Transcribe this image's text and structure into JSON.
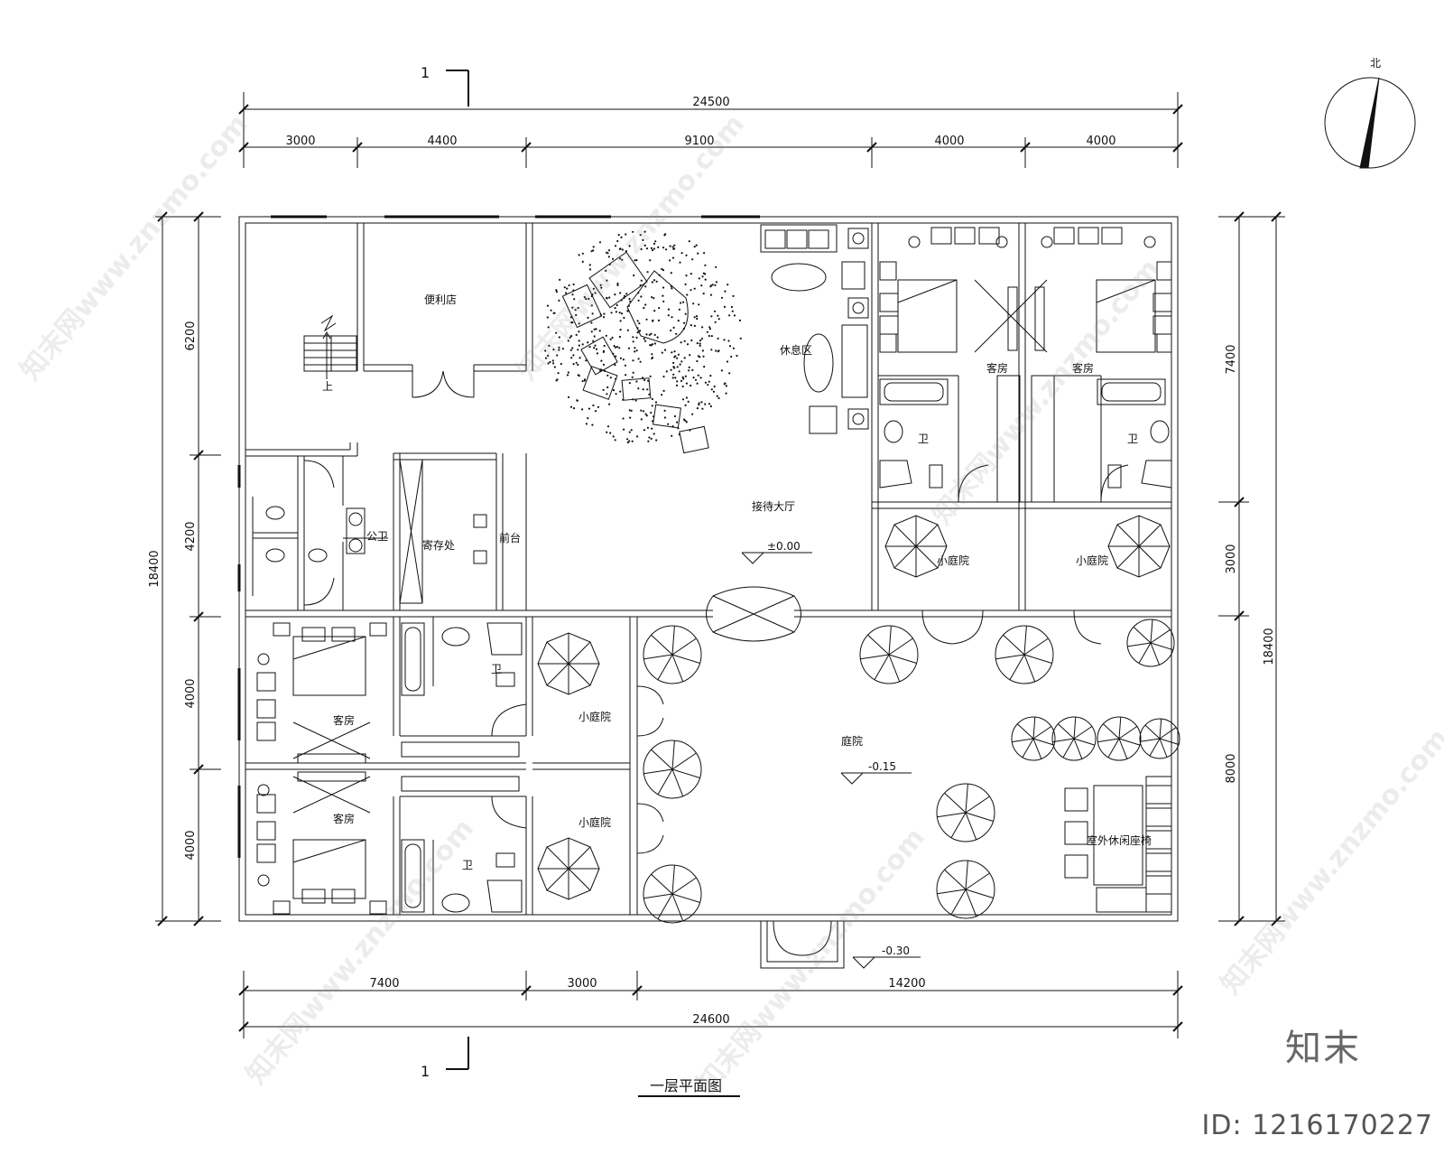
{
  "drawing": {
    "title": "一层平面图",
    "section_mark": "1",
    "north": "北"
  },
  "dimensions": {
    "top_total": "24500",
    "top_segments": [
      "3000",
      "4400",
      "9100",
      "4000",
      "4000"
    ],
    "bottom_segments": [
      "7400",
      "3000",
      "14200"
    ],
    "bottom_total": "24600",
    "left_segments": [
      "6200",
      "4200",
      "4000",
      "4000"
    ],
    "left_total": "18400",
    "right_segments": [
      "7400",
      "3000",
      "8000"
    ],
    "right_total": "18400"
  },
  "rooms": {
    "stair_up": "上",
    "store": "便利店",
    "lounge": "休息区",
    "lobby": "接待大厅",
    "public_wc": "公卫",
    "storage": "寄存处",
    "front_desk": "前台",
    "guest_room": "客房",
    "bath": "卫",
    "small_courtyard": "小庭院",
    "courtyard": "庭院",
    "outdoor_seating": "室外休闲座椅"
  },
  "levels": {
    "lobby": "±0.00",
    "courtyard": "-0.15",
    "entrance": "-0.30"
  },
  "watermark": {
    "logo": "知末",
    "id": "ID: 1216170227",
    "url": "知末网www.znzmo.com"
  }
}
